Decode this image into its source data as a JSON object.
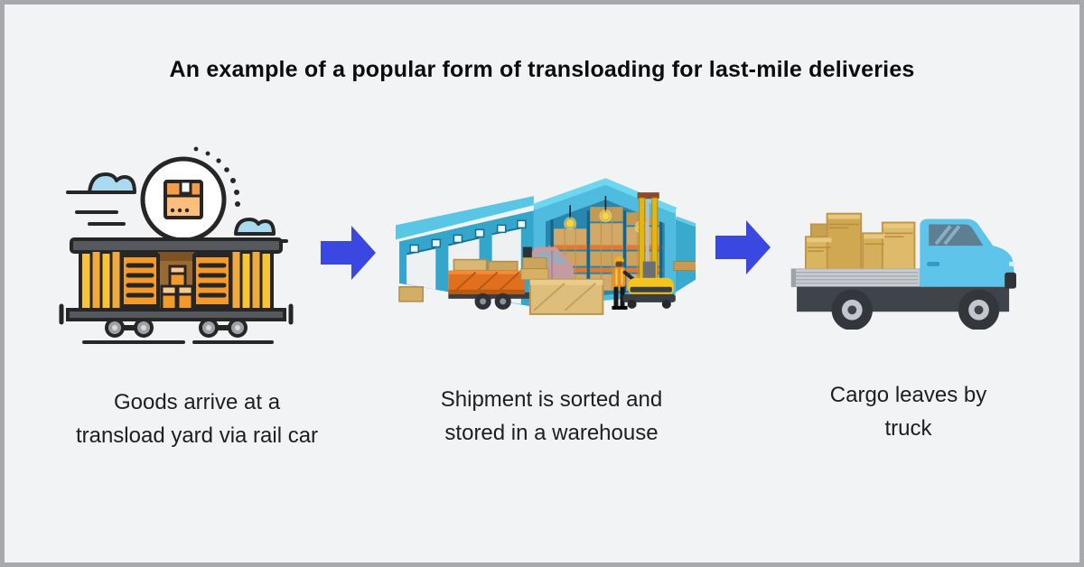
{
  "title": "An example of a popular form of transloading for last-mile deliveries",
  "steps": [
    {
      "name": "rail-arrival",
      "illustration": "railcar",
      "caption_line1": "Goods arrive at a",
      "caption_line2": "transload yard via rail car"
    },
    {
      "name": "warehouse-sorting",
      "illustration": "warehouse",
      "caption_line1": "Shipment is sorted and",
      "caption_line2": "stored in a warehouse"
    },
    {
      "name": "truck-departure",
      "illustration": "truck",
      "caption_line1": "Cargo leaves by",
      "caption_line2": "truck"
    }
  ],
  "colors": {
    "background": "#F2F3F5",
    "frame_border": "#A7A9AC",
    "arrow": "#3A47E0",
    "title_text": "#0C0C0C",
    "caption_text": "#1E1E1E",
    "railcar_yellow": "#F9C433",
    "railcar_orange": "#F39A2B",
    "warehouse_blue": "#4FBCDF",
    "truck_cab_blue": "#5FC4E9",
    "cardboard_tan": "#D8B464"
  }
}
